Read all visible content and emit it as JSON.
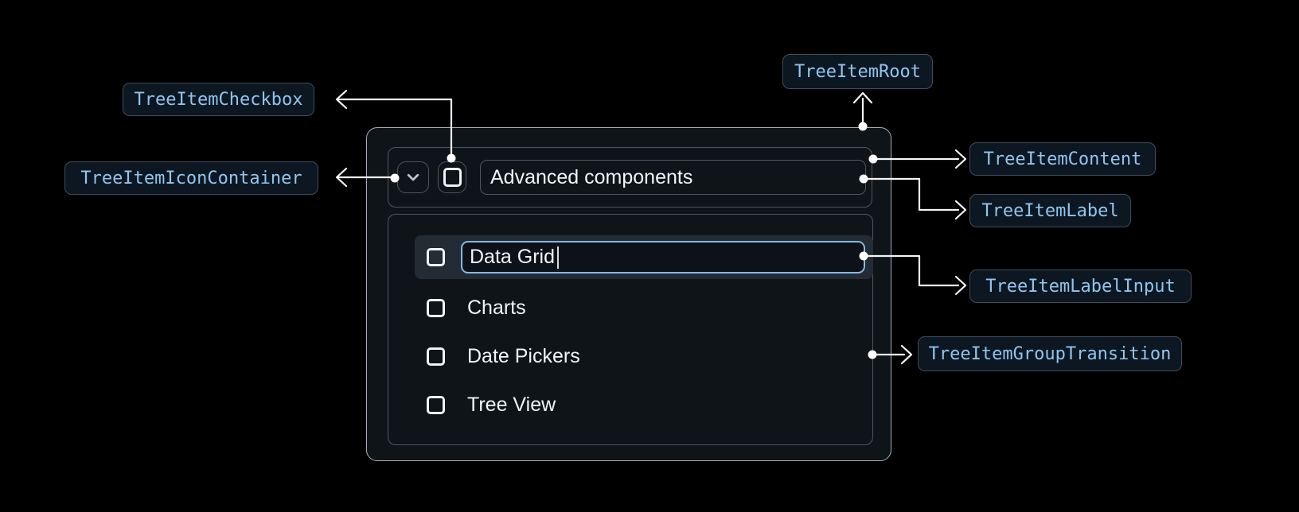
{
  "badges": {
    "root": "TreeItemRoot",
    "checkbox": "TreeItemCheckbox",
    "icon_container": "TreeItemIconContainer",
    "content": "TreeItemContent",
    "label": "TreeItemLabel",
    "label_input": "TreeItemLabelInput",
    "group_transition": "TreeItemGroupTransition"
  },
  "tree": {
    "parent_label": "Advanced components",
    "parent_icon": "chevron-down-icon",
    "editing_item_value": "Data Grid",
    "children": [
      "Charts",
      "Date Pickers",
      "Tree View"
    ]
  },
  "icons": {
    "expand": "chevron-down-icon",
    "checkbox": "checkbox-unchecked-icon"
  },
  "colors": {
    "page_bg": "#000000",
    "panel_bg": "#0F1419",
    "panel_border": "#A6AEB8",
    "box_border": "#4D565F",
    "badge_bg": "#0D1721",
    "badge_border": "#3E4D5C",
    "badge_text": "#8FC6F0",
    "row_highlight_bg": "#232B34",
    "input_border": "#85B8E8",
    "input_bg": "#0D1218",
    "text_primary": "#F2F5F8",
    "icon_gray": "#B9C2CC",
    "connector": "#F4F6F8"
  }
}
